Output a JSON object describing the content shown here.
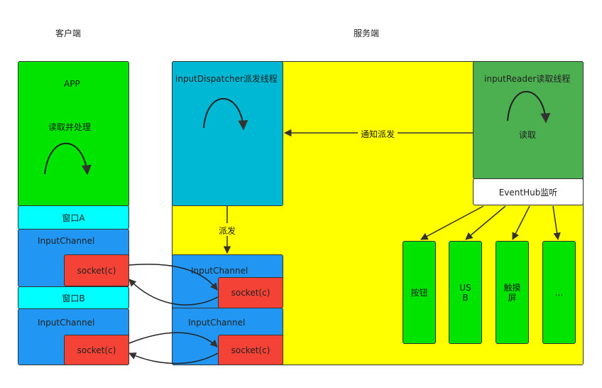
{
  "headers": {
    "client": "客户端",
    "server": "服务端"
  },
  "client": {
    "app_title": "APP",
    "app_action": "读取并处理",
    "window_a": "窗口A",
    "window_b": "窗口B",
    "channel_a": {
      "label": "InputChannel",
      "socket": "socket(c)"
    },
    "channel_b": {
      "label": "InputChannel",
      "socket": "socket(c)"
    }
  },
  "server": {
    "dispatcher_title": "inputDispatcher派发线程",
    "reader_title": "inputReader读取线程",
    "reader_action": "读取",
    "notify_label": "通知派发",
    "dispatch_label": "派发",
    "eventhub": "EventHub监听",
    "channel_a": {
      "label": "InputChannel",
      "socket": "socket(c)"
    },
    "channel_b": {
      "label": "InputChannel",
      "socket": "socket(c)"
    },
    "devices": [
      {
        "label": "按钮"
      },
      {
        "label": "US\nB"
      },
      {
        "label": "触摸\n屏"
      },
      {
        "label": "..."
      }
    ]
  },
  "colors": {
    "app_green": "#00e400",
    "window_cyan": "#00ffff",
    "channel_blue": "#2196f3",
    "socket_red": "#f44336",
    "server_yellow": "#ffff00",
    "dispatcher_teal": "#00b8d4",
    "reader_green": "#4caf50",
    "device_green": "#00e400"
  }
}
